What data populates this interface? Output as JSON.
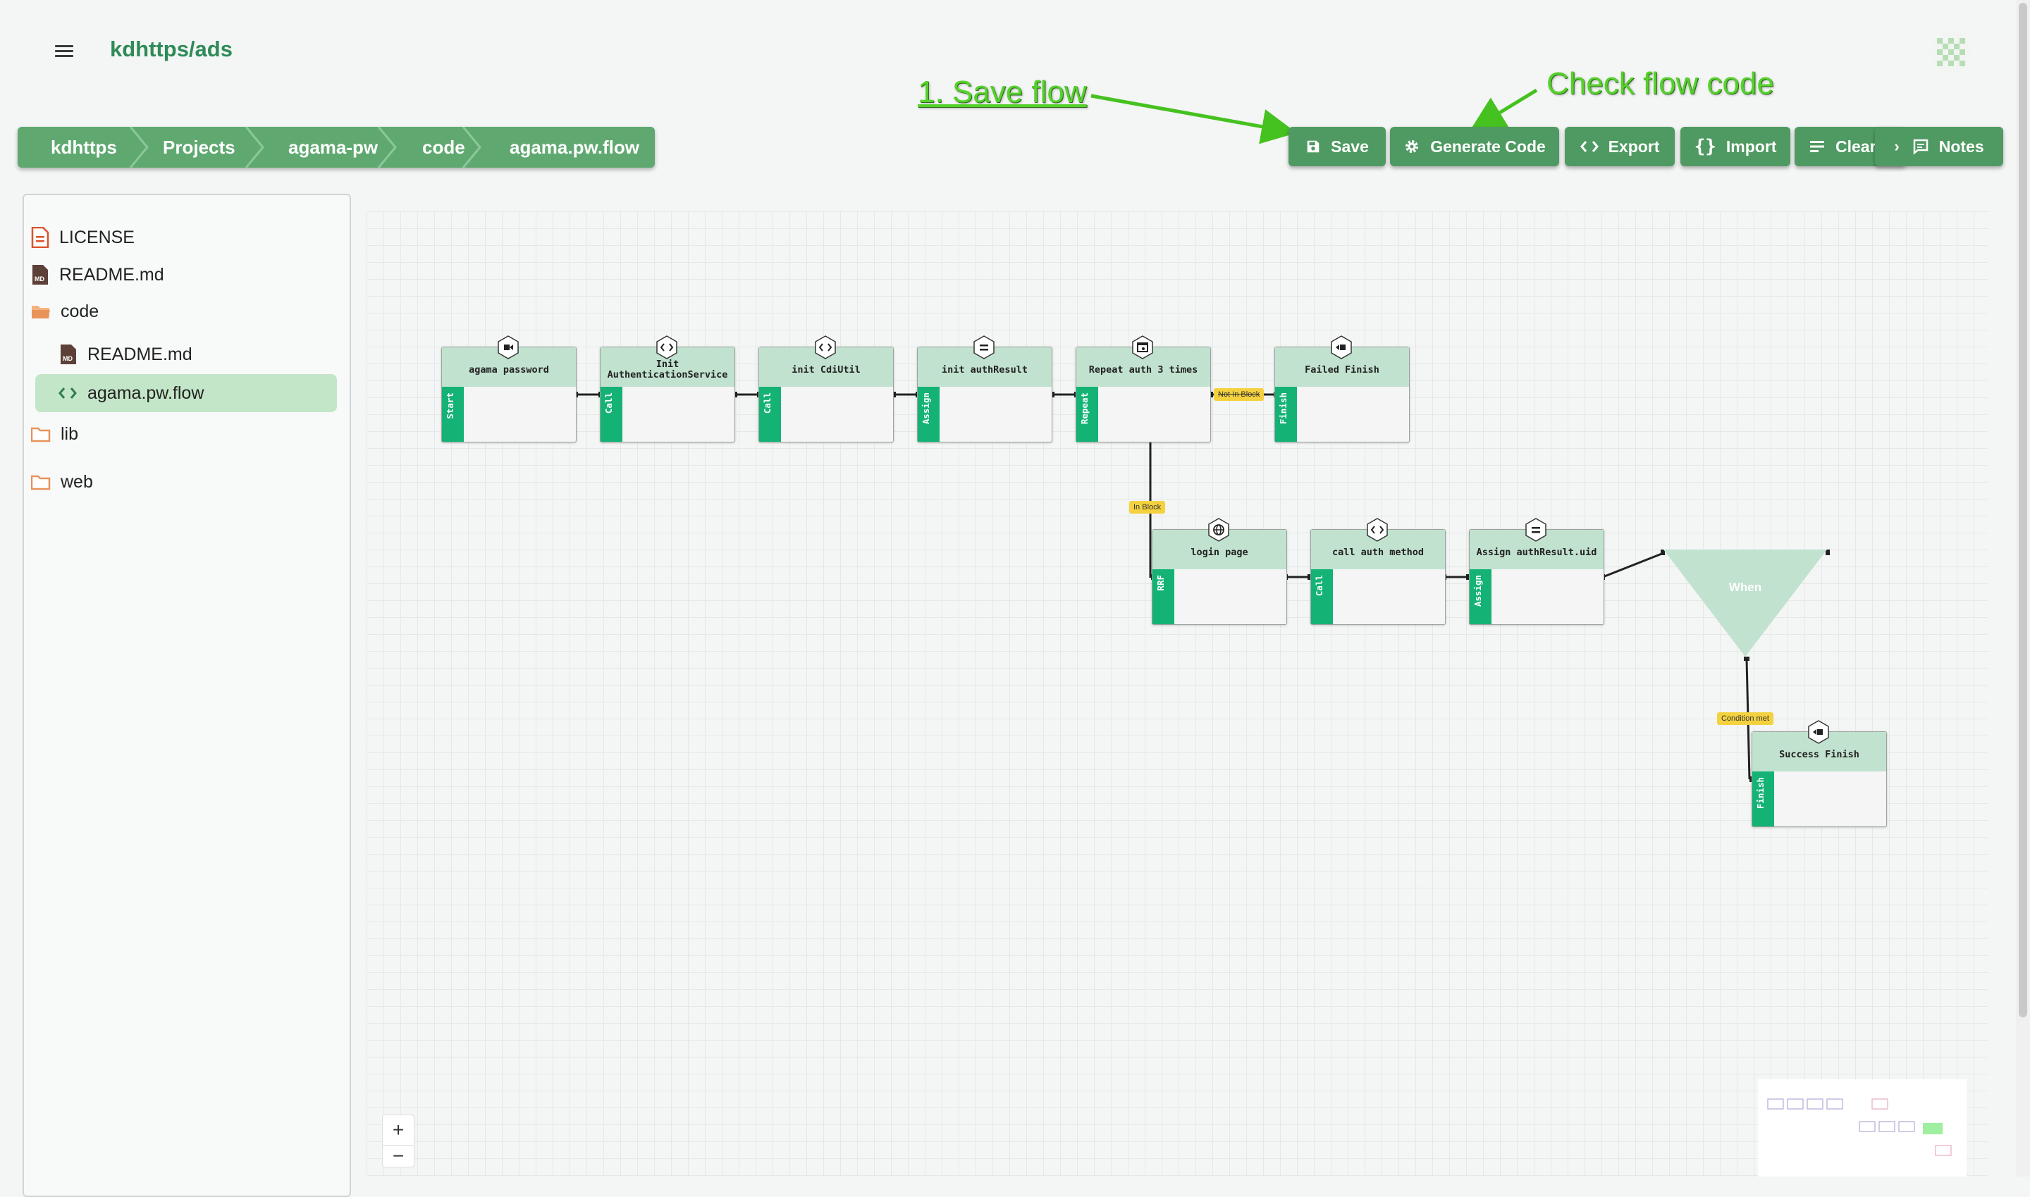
{
  "header": {
    "title": "kdhttps/ads"
  },
  "breadcrumb": [
    "kdhttps",
    "Projects",
    "agama-pw",
    "code",
    "agama.pw.flow"
  ],
  "toolbar": {
    "save": "Save",
    "generate": "Generate Code",
    "export": "Export",
    "import": "Import",
    "clear": "Clear",
    "notes": "Notes"
  },
  "annotations": {
    "save": "1. Save flow",
    "check": "Check flow code"
  },
  "sidebar": {
    "license": "LICENSE",
    "readme": "README.md",
    "code": "code",
    "code_readme": "README.md",
    "flow": "agama.pw.flow",
    "lib": "lib",
    "web": "web"
  },
  "nodes": {
    "start": {
      "title": "agama password",
      "type": "Start"
    },
    "init_auth": {
      "title": "Init AuthenticationService",
      "type": "Call"
    },
    "init_cdi": {
      "title": "init CdiUtil",
      "type": "Call"
    },
    "init_result": {
      "title": "init authResult",
      "type": "Assign"
    },
    "repeat": {
      "title": "Repeat auth 3 times",
      "type": "Repeat"
    },
    "failed": {
      "title": "Failed Finish",
      "type": "Finish"
    },
    "login": {
      "title": "login page",
      "type": "RRF"
    },
    "call_auth": {
      "title": "call auth method",
      "type": "Call"
    },
    "assign_uid": {
      "title": "Assign authResult.uid",
      "type": "Assign"
    },
    "when": {
      "title": "When"
    },
    "success": {
      "title": "Success Finish",
      "type": "Finish"
    }
  },
  "edge_labels": {
    "not_in_block": "Not In Block",
    "in_block": "In Block",
    "condition_met": "Condition met"
  },
  "zoom": {
    "in": "+",
    "out": "−"
  },
  "colors": {
    "brand_green": "#2e8b57",
    "node_header": "#c1e2cf",
    "node_side": "#14b275",
    "edge_label": "#f4d23f",
    "annotation": "#56d12c"
  }
}
